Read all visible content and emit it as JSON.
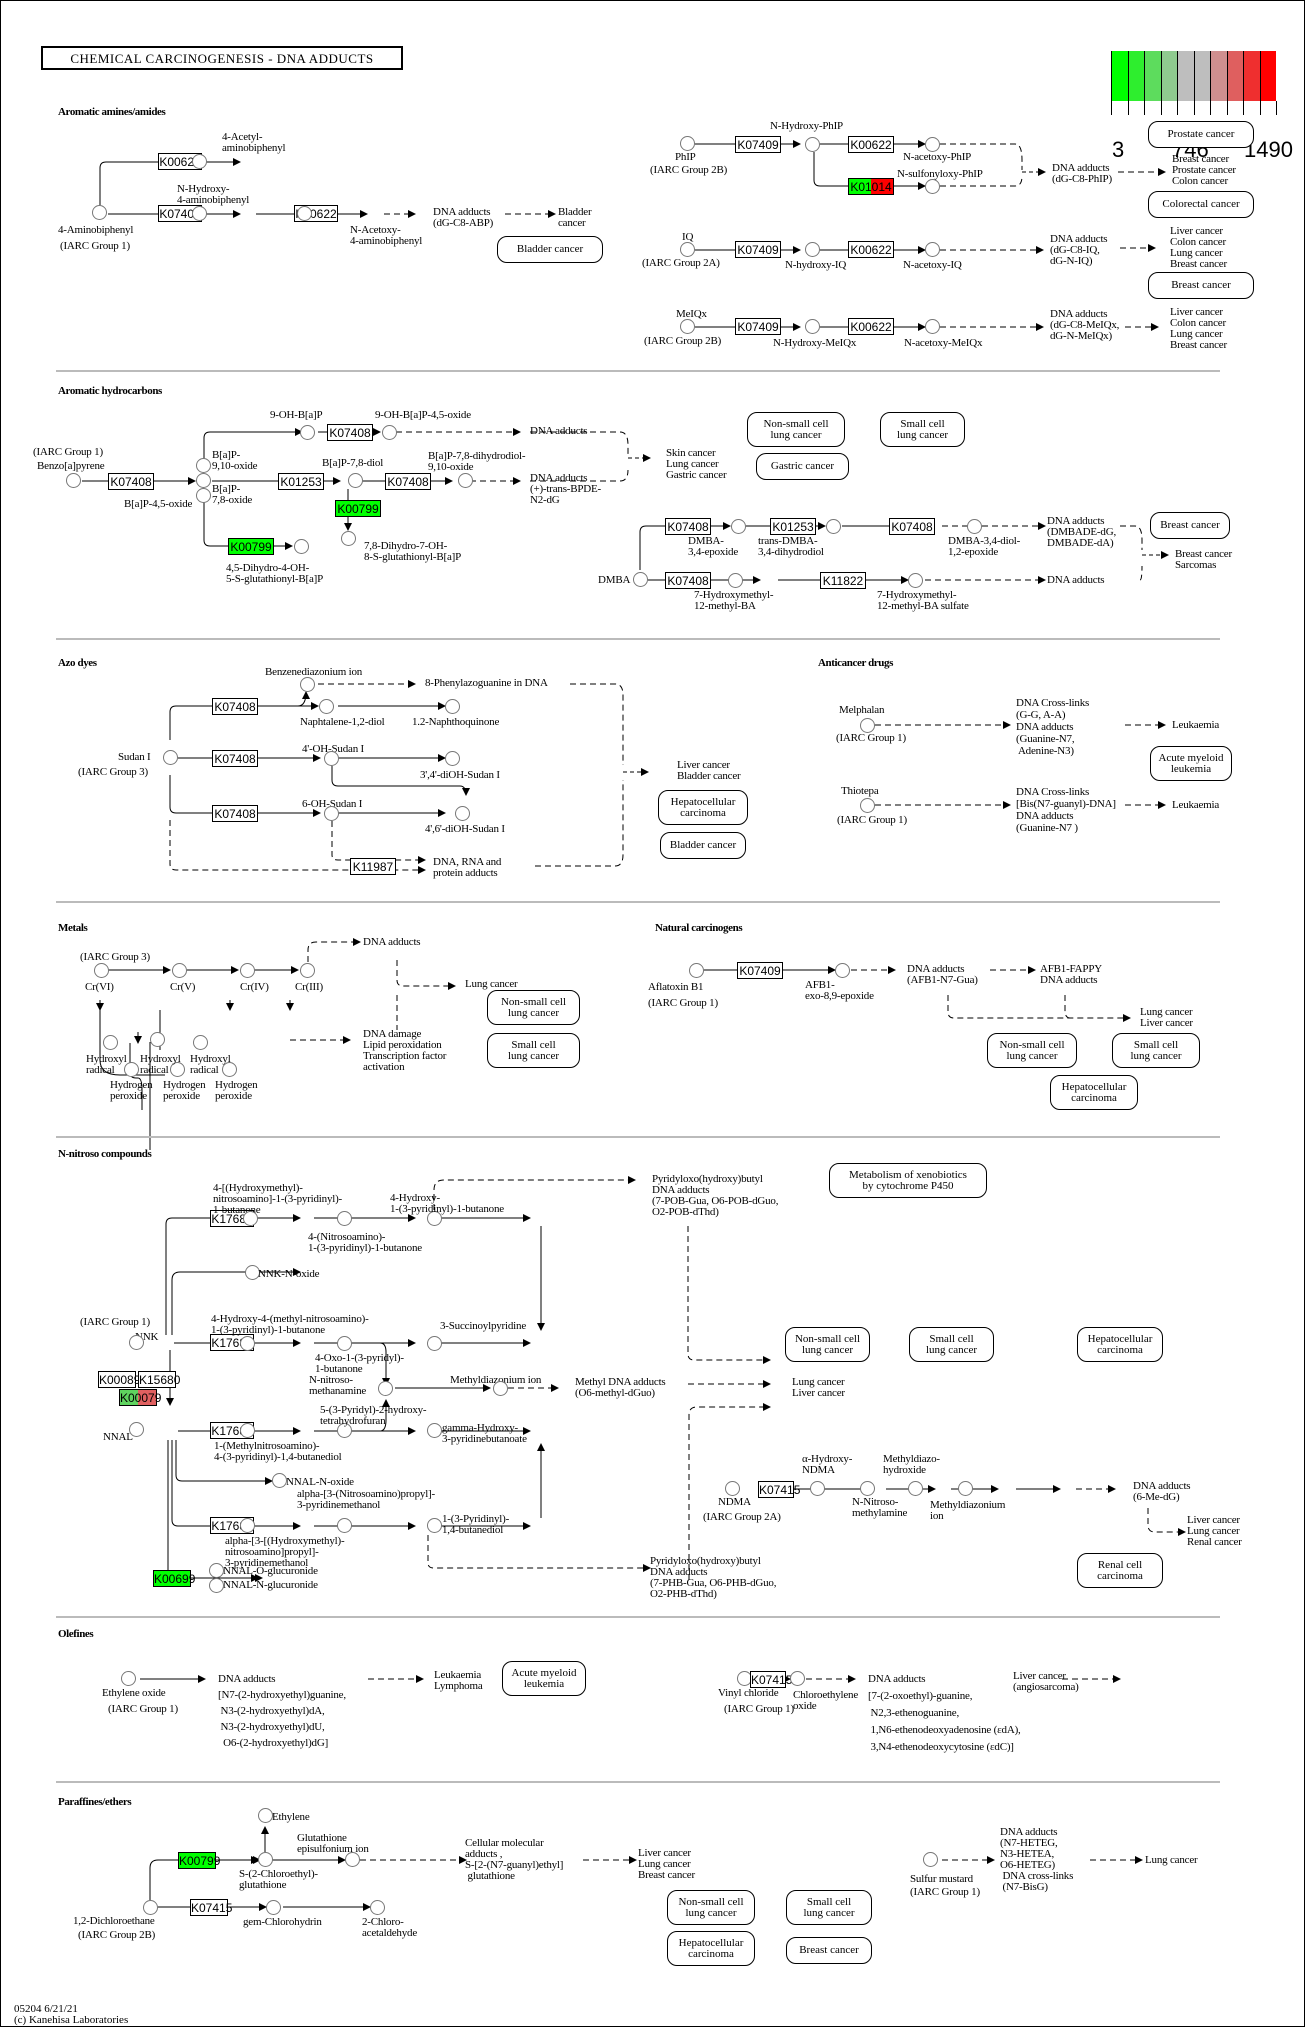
{
  "title": "CHEMICAL CARCINOGENESIS - DNA ADDUCTS",
  "legend": {
    "min_label": "3",
    "mid_label": "746",
    "max_label": "1490",
    "colors": [
      "#00ff00",
      "#2eee2e",
      "#5ddc5d",
      "#8fca8f",
      "#bebebe",
      "#bebebe",
      "#cf8f8f",
      "#df5f5f",
      "#ef2f2f",
      "#ff0000"
    ]
  },
  "sections": {
    "aromatic_amines": "Aromatic amines/amides",
    "aromatic_hydrocarbons": "Aromatic hydrocarbons",
    "azo_dyes": "Azo dyes",
    "anticancer_drugs": "Anticancer drugs",
    "metals": "Metals",
    "natural_carcinogens": "Natural carcinogens",
    "n_nitroso": "N-nitroso compounds",
    "olefines": "Olefines",
    "paraffines": "Paraffines/ethers"
  },
  "ko": {
    "K00622": "K00622",
    "K07409": "K07409",
    "K01014": "K01014",
    "K07408": "K07408",
    "K01253": "K01253",
    "K00799": "K00799",
    "K11822": "K11822",
    "K11987": "K11987",
    "K17683": "K17683",
    "K00089": "K00089",
    "K15680": "K15680",
    "K00079": "K00079",
    "K07415": "K07415",
    "K00699": "K00699"
  },
  "labels": {
    "aa": {
      "acetylaminobiphenyl": "4-Acetyl-\naminobiphenyl",
      "nhydroxyaminobiphenyl": "N-Hydroxy-\n4-aminobiphenyl",
      "aminobiphenyl": "4-Aminobiphenyl",
      "iarc1": "(IARC Group 1)",
      "nacetoxy": "N-Acetoxy-\n4-aminobiphenyl",
      "dna_abp": "DNA adducts\n(dG-C8-ABP)",
      "bladder_out": "Bladder\ncancer",
      "nhydroxyphip": "N-Hydroxy-PhIP",
      "phip": "PhIP",
      "iarc2b": "(IARC Group 2B)",
      "nacetoxyphip": "N-acetoxy-PhIP",
      "nsulfonyloxyphip": "N-sulfonyloxy-PhIP",
      "dna_phip": "DNA adducts\n(dG-C8-PhIP)",
      "phip_out": "Breast cancer\nProstate cancer\nColon cancer",
      "iq": "IQ",
      "iarc2a": "(IARC Group 2A)",
      "nhydroxyiq": "N-hydroxy-IQ",
      "nacetoxyiq": "N-acetoxy-IQ",
      "dna_iq": "DNA adducts\n(dG-C8-IQ,\ndG-N-IQ)",
      "iq_out": "Liver cancer\nColon cancer\nLung cancer\nBreast cancer",
      "meiqx": "MeIQx",
      "iarc2b_b": "(IARC Group 2B)",
      "nhydroxymeiqx": "N-Hydroxy-MeIQx",
      "nacetoxymeiqx": "N-acetoxy-MeIQx",
      "dna_meiqx": "DNA adducts\n(dG-C8-MeIQx,\ndG-N-MeIQx)",
      "meiqx_out": "Liver cancer\nColon cancer\nLung cancer\nBreast cancer"
    },
    "ah": {
      "iarc1": "(IARC Group 1)",
      "bap": "Benzo[a]pyrene",
      "ohbap": "9-OH-B[a]P",
      "ohbap45": "9-OH-B[a]P-4,5-oxide",
      "dna1": "DNA adducts",
      "bap910": "B[a]P-\n9,10-oxide",
      "bap78": "B[a]P-\n7,8-oxide",
      "bap45": "B[a]P-4,5-oxide",
      "bap78diol": "B[a]P-7,8-diol",
      "bpde": "B[a]P-7,8-dihydrodiol-\n9,10-oxide",
      "dna2": "DNA adducts\n(+)-trans-BPDE-\nN2-dG",
      "ah_out": "Skin cancer\nLung cancer\nGastric cancer",
      "gsbap1": "4,5-Dihydro-4-OH-\n5-S-glutathionyl-B[a]P",
      "gsbap2": "7,8-Dihydro-7-OH-\n8-S-glutathionyl-B[a]P",
      "dmba": "DMBA",
      "dmba34": "DMBA-\n3,4-epoxide",
      "transdmba": "trans-DMBA-\n3,4-dihydrodiol",
      "dmbadiolep": "DMBA-3,4-diol-\n1,2-epoxide",
      "dna_dmba": "DNA adducts\n(DMBADE-dG,\nDMBADE-dA)",
      "hm12": "7-Hydroxymethyl-\n12-methyl-BA",
      "hm12s": "7-Hydroxymethyl-\n12-methyl-BA sulfate",
      "dna_dmba2": "DNA adducts",
      "dmba_out": "Breast cancer\nSarcomas"
    },
    "azo": {
      "benzdiaz": "Benzenediazonium ion",
      "phenylazo": "8-Phenylazoguanine in DNA",
      "naphdiol": "Naphtalene-1,2-diol",
      "naphquin": "1.2-Naphthoquinone",
      "sudan": "Sudan I",
      "iarc3": "(IARC Group 3)",
      "oh4": "4'-OH-Sudan I",
      "dioh34": "3',4'-diOH-Sudan I",
      "oh6": "6-OH-Sudan I",
      "dioh46": "4',6'-diOH-Sudan I",
      "dnarna": "DNA, RNA and\nprotein adducts",
      "azo_out": "Liver cancer\nBladder cancer"
    },
    "anti": {
      "melphalan": "Melphalan",
      "iarc1a": "(IARC Group 1)",
      "mel_dna": "DNA Cross-links\n(G-G, A-A)\nDNA adducts\n(Guanine-N7,\n Adenine-N3)",
      "leuk1": "Leukaemia",
      "thiotepa": "Thiotepa",
      "iarc1b": "(IARC Group 1)",
      "thio_dna": "DNA Cross-links\n[Bis(N7-guanyl)-DNA]\nDNA adducts\n(Guanine-N7 )",
      "leuk2": "Leukaemia"
    },
    "metals": {
      "iarc3": "(IARC Group 3)",
      "cr6": "Cr(VI)",
      "cr5": "Cr(V)",
      "cr4": "Cr(IV)",
      "cr3": "Cr(III)",
      "hr": "Hydroxyl\nradical",
      "hp": "Hydrogen\nperoxide",
      "dna": "DNA adducts",
      "damage": "DNA damage\nLipid peroxidation\nTranscription factor\nactivation",
      "lung": "Lung cancer"
    },
    "nat": {
      "afb1": "Aflatoxin B1",
      "iarc1": "(IARC Group 1)",
      "afbep": "AFB1-\nexo-8,9-epoxide",
      "dna": "DNA adducts\n(AFB1-N7-Gua)",
      "fappy": "AFB1-FAPPY\nDNA adducts",
      "out": "Lung cancer\nLiver cancer"
    },
    "nn": {
      "hmnb": "4-[(Hydroxymethyl)-\nnitrosoamino]-1-(3-pyridinyl)-\n1-butanone",
      "nitrosob": "4-(Nitrosoamino)-\n1-(3-pyridinyl)-1-butanone",
      "hydroxyb": "4-Hydroxy-\n1-(3-pyridinyl)-1-butanone",
      "pobdna": "Pyridyloxo(hydroxy)butyl\nDNA adducts\n(7-POB-Gua, O6-POB-dGuo,\nO2-POB-dThd)",
      "nnkox": "NNK-N-oxide",
      "iarc1": "(IARC Group 1)",
      "nnk": "NNK",
      "hmnab": "4-Hydroxy-4-(methyl-nitrosoamino)-\n1-(3-pyridinyl)-1-butanone",
      "succ": "3-Succinoylpyridine",
      "oxo": "4-Oxo-1-(3-pyridyl)-\n1-butanone",
      "nnitroso": "N-nitroso-\nmethanamine",
      "methyldiaz": "Methyldiazonium ion",
      "methdna": "Methyl DNA adducts\n(O6-methyl-dGuo)",
      "lungliver": "Lung cancer\nLiver cancer",
      "nnal": "NNAL",
      "pht": "5-(3-Pyridyl)-2-hydroxy-\ntetrahydrofuran",
      "mnpb": "1-(Methylnitrosoamino)-\n4-(3-pyridinyl)-1,4-butanediol",
      "ghpb": "gamma-Hydroxy-\n3-pyridinebutanoate",
      "nnalnox": "NNAL-N-oxide",
      "anpm": "alpha-[3-(Nitrosoamino)propyl]-\n3-pyridinemethanol",
      "ahnpm": "alpha-[3-[(Hydroxymethyl)-\nnitrosoamino]propyl]-\n3-pyridinemethanol",
      "pbd": "1-(3-Pyridinyl)-\n1,4-butanediol",
      "nnalog": "NNAL-O-glucuronide",
      "nnalng": "NNAL-N-glucuronide",
      "phbdna": "Pyridyloxo(hydroxy)butyl\nDNA adducts\n(7-PHB-Gua, O6-PHB-dGuo,\nO2-PHB-dThd)",
      "ahndma": "α-Hydroxy-\nNDMA",
      "mdh": "Methyldiazo-\nhydroxide",
      "ndma": "NDMA",
      "iarc2a": "(IARC Group 2A)",
      "nnm": "N-Nitroso-\nmethylamine",
      "mdi": "Methyldiazonium\nion",
      "dna6": "DNA adducts\n(6-Me-dG)",
      "ndma_out": "Liver cancer\nLung cancer\nRenal cancer"
    },
    "ole": {
      "eo": "Ethylene oxide",
      "iarc1": "(IARC Group 1)",
      "dna": "DNA adducts\n[N7-(2-hydroxyethyl)guanine,\n N3-(2-hydroxyethyl)dA,\n N3-(2-hydroxyethyl)dU,\n  O6-(2-hydroxyethyl)dG]",
      "out": "Leukaemia\nLymphoma",
      "vc": "Vinyl chloride",
      "iarc1b": "(IARC Group 1)",
      "ceo": "Chloroethylene\noxide",
      "vcdna": "DNA adducts\n[7-(2-oxoethyl)-guanine,\n N2,3-ethenoguanine,\n 1,N6-ethenodeoxyadenosine (εdA),\n 3,N4-ethenodeoxycytosine (εdC)]",
      "vcout": "Liver cancer\n(angiosarcoma)"
    },
    "par": {
      "ethylene": "Ethylene",
      "gei": "Glutathione\nepisulfonium ion",
      "cma": "Cellular molecular\nadducts ,\nS-[2-(N7-guanyl)ethyl]\n glutathione",
      "out": "Liver cancer\nLung cancer\nBreast cancer",
      "sceg": "S-(2-Chloroethyl)-\nglutathione",
      "dce": "1,2-Dichloroethane",
      "iarc2b": "(IARC Group 2B)",
      "gem": "gem-Chlorohydrin",
      "cla": "2-Chloro-\nacetaldehyde",
      "sm": "Sulfur mustard",
      "iarc1": "(IARC Group 1)",
      "smdna": "DNA adducts\n(N7-HETEG,\nN3-HETEA,\nO6-HETEG)\n DNA cross-links\n (N7-BisG)",
      "smout": "Lung cancer"
    }
  },
  "maps": {
    "bladder1": "Bladder cancer",
    "prostate": "Prostate cancer",
    "colorectal": "Colorectal cancer",
    "breast1": "Breast cancer",
    "nsclc1": "Non-small cell\nlung cancer",
    "sclc1": "Small cell\nlung cancer",
    "gastric": "Gastric cancer",
    "breast2": "Breast cancer",
    "hcc1": "Hepatocellular\ncarcinoma",
    "bladder2": "Bladder cancer",
    "aml1": "Acute myeloid\nleukemia",
    "nsclc2": "Non-small cell\nlung cancer",
    "sclc2": "Small cell\nlung cancer",
    "nsclc3": "Non-small cell\nlung cancer",
    "sclc3": "Small cell\nlung cancer",
    "hcc2": "Hepatocellular\ncarcinoma",
    "xeno": "Metabolism of xenobiotics\nby cytochrome P450",
    "nsclc4": "Non-small cell\nlung cancer",
    "sclc4": "Small cell\nlung cancer",
    "hcc3": "Hepatocellular\ncarcinoma",
    "rcc": "Renal cell\ncarcinoma",
    "aml2": "Acute myeloid\nleukemia",
    "nsclc5": "Non-small cell\nlung cancer",
    "sclc5": "Small cell\nlung cancer",
    "hcc4": "Hepatocellular\ncarcinoma",
    "breast3": "Breast cancer"
  },
  "footer": {
    "id_date": "05204 6/21/21",
    "copyright": "(c) Kanehisa Laboratories"
  }
}
